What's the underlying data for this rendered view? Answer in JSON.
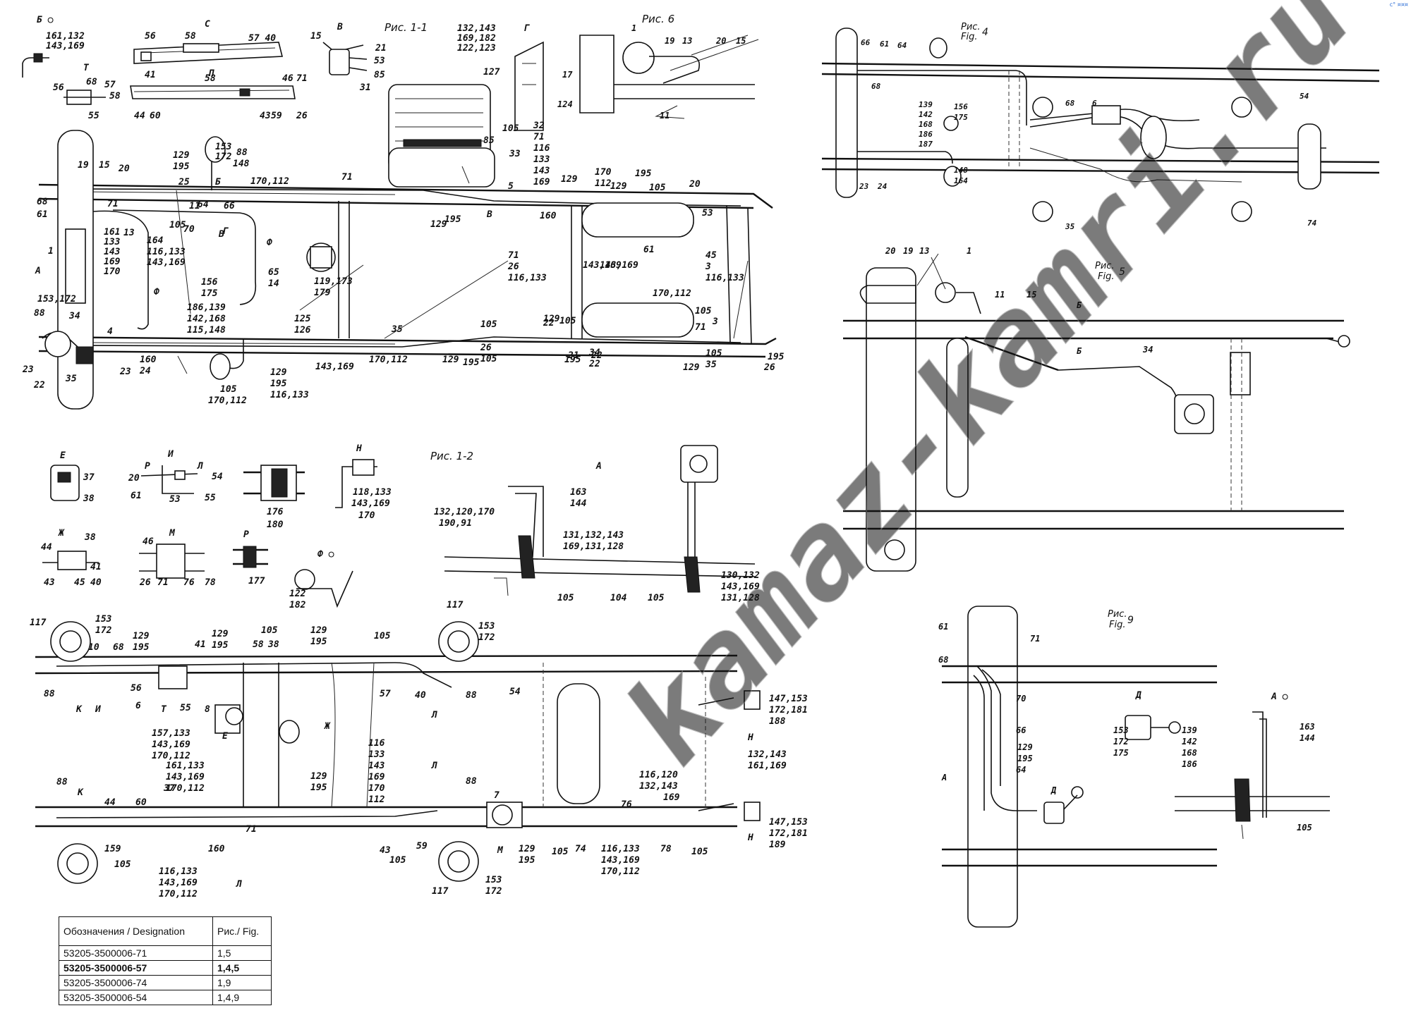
{
  "corner_mark": "c° ¤¤¤",
  "watermark": "kamaz-kamri.ru",
  "figures": {
    "fig1_1": "Рис. 1-1",
    "fig1_2": "Рис. 1-2",
    "fig6": "Рис. 6",
    "fig4_ru": "Рис.",
    "fig4_en": "Fig.",
    "fig4_num": "4",
    "fig5_ru": "Рис.",
    "fig5_en": "Fig.",
    "fig5_num": "5",
    "fig9_ru": "Рис.",
    "fig9_en": "Fig.",
    "fig9_num": "9"
  },
  "views": {
    "bo": "Б ○",
    "c": "С",
    "v": "В",
    "g": "Г",
    "t": "Т",
    "p": "П",
    "a": "А",
    "e": "Е",
    "i": "И",
    "zh": "Ж",
    "m": "М",
    "r": "Р",
    "n": "Н",
    "fo": "Ф ○",
    "a_fig12": "А",
    "d": "Д",
    "ao": "А ○"
  },
  "callouts_fig1_1": [
    "161,132",
    "143,169",
    "56",
    "58",
    "57 40",
    "41",
    "56",
    "68",
    "57",
    "58",
    "55",
    "58",
    "46",
    "71",
    "44",
    "60",
    "43",
    "59",
    "26",
    "15",
    "21",
    "53",
    "85",
    "31",
    "132,143",
    "169,182",
    "122,123",
    "127",
    "105",
    "85",
    "33",
    "19",
    "15",
    "20",
    "68",
    "61",
    "71",
    "13",
    "1",
    "161",
    "133",
    "143",
    "169",
    "170",
    "129",
    "195",
    "25",
    "Б",
    "153",
    "172",
    "88",
    "148",
    "164",
    "116,133",
    "143,169",
    "170,112",
    "71",
    "105",
    "70",
    "11",
    "64",
    "66",
    "Ф",
    "Г",
    "В",
    "Ф",
    "65",
    "14",
    "156",
    "175",
    "186,139",
    "142,168",
    "115,148",
    "119,173",
    "179",
    "125",
    "126",
    "129",
    "195",
    "116,133",
    "143,169",
    "170,112",
    "105",
    "153,172",
    "88",
    "34",
    "23",
    "22",
    "35",
    "4",
    "23",
    "160",
    "24",
    "129",
    "195",
    "В",
    "5",
    "160",
    "129",
    "32",
    "71",
    "116",
    "133",
    "143",
    "169",
    "170",
    "112",
    "129",
    "195",
    "105",
    "20",
    "53",
    "61",
    "45",
    "3",
    "116,133",
    "143,169",
    "170,112",
    "105",
    "3",
    "71",
    "105",
    "35",
    "129",
    "195",
    "26",
    "71",
    "26",
    "116,133",
    "143,169",
    "170,112",
    "105",
    "22",
    "21",
    "22",
    "129",
    "195",
    "105",
    "26",
    "105",
    "35",
    "129",
    "195",
    "34",
    "22",
    "105",
    "129",
    "195"
  ],
  "callouts_fig6": [
    "1",
    "19",
    "13",
    "20",
    "15",
    "17",
    "124",
    "11"
  ],
  "callouts_fig4": [
    "66",
    "61",
    "64",
    "68",
    "139",
    "142",
    "168",
    "186",
    "187",
    "156",
    "175",
    "148",
    "164",
    "23",
    "24",
    "68",
    "6",
    "54",
    "35",
    "74"
  ],
  "callouts_fig5": [
    "20",
    "19",
    "13",
    "1",
    "11",
    "15",
    "Б",
    "Б",
    "34"
  ],
  "callouts_details": [
    "37",
    "38",
    "20",
    "Р",
    "Л",
    "54",
    "61",
    "53",
    "55",
    "176",
    "180",
    "118,133",
    "143,169",
    "170",
    "38",
    "44",
    "41",
    "43",
    "45",
    "40",
    "46",
    "26",
    "71",
    "76",
    "78",
    "177",
    "122",
    "182"
  ],
  "callouts_fig1_2": [
    "163",
    "144",
    "132,120,170",
    "190,91",
    "131,132,143",
    "169,131,128",
    "105",
    "104",
    "105",
    "130,132",
    "143,169",
    "131,128"
  ],
  "callouts_fig1_3": [
    "117",
    "153",
    "172",
    "129",
    "195",
    "129",
    "195",
    "105",
    "129",
    "195",
    "10",
    "68",
    "41",
    "58",
    "38",
    "105",
    "88",
    "56",
    "К",
    "И",
    "6",
    "Т",
    "55",
    "8",
    "Е",
    "157,133",
    "143,169",
    "170,112",
    "161,133",
    "143,169",
    "170,112",
    "Ж",
    "129",
    "195",
    "116",
    "133",
    "143",
    "169",
    "170",
    "112",
    "Л",
    "Л",
    "57",
    "40",
    "88",
    "117",
    "153",
    "172",
    "54",
    "147,153",
    "172,181",
    "188",
    "Н",
    "132,143",
    "161,169",
    "116,120",
    "132,143",
    "169",
    "147,153",
    "172,181",
    "189",
    "Н",
    "88",
    "К",
    "44",
    "60",
    "37",
    "159",
    "105",
    "160",
    "71",
    "116,133",
    "143,169",
    "170,112",
    "Л",
    "43",
    "59",
    "105",
    "88",
    "7",
    "М",
    "117",
    "153",
    "172",
    "129",
    "195",
    "105",
    "74",
    "76",
    "78",
    "105",
    "116,133",
    "143,169",
    "170,112"
  ],
  "callouts_fig9": [
    "61",
    "68",
    "71",
    "70",
    "66",
    "129",
    "195",
    "64",
    "А",
    "Д",
    "153",
    "172",
    "175",
    "139",
    "142",
    "168",
    "186",
    "163",
    "144",
    "105"
  ],
  "legend": {
    "col_designation": "Обозначения / Designation",
    "col_fig": "Рис./ Fig.",
    "rows": [
      {
        "designation": "53205-3500006-71",
        "fig": "1,5",
        "bold": false
      },
      {
        "designation": "53205-3500006-57",
        "fig": "1,4,5",
        "bold": true
      },
      {
        "designation": "53205-3500006-74",
        "fig": "1,9",
        "bold": false
      },
      {
        "designation": "53205-3500006-54",
        "fig": "1,4,9",
        "bold": false
      }
    ]
  }
}
